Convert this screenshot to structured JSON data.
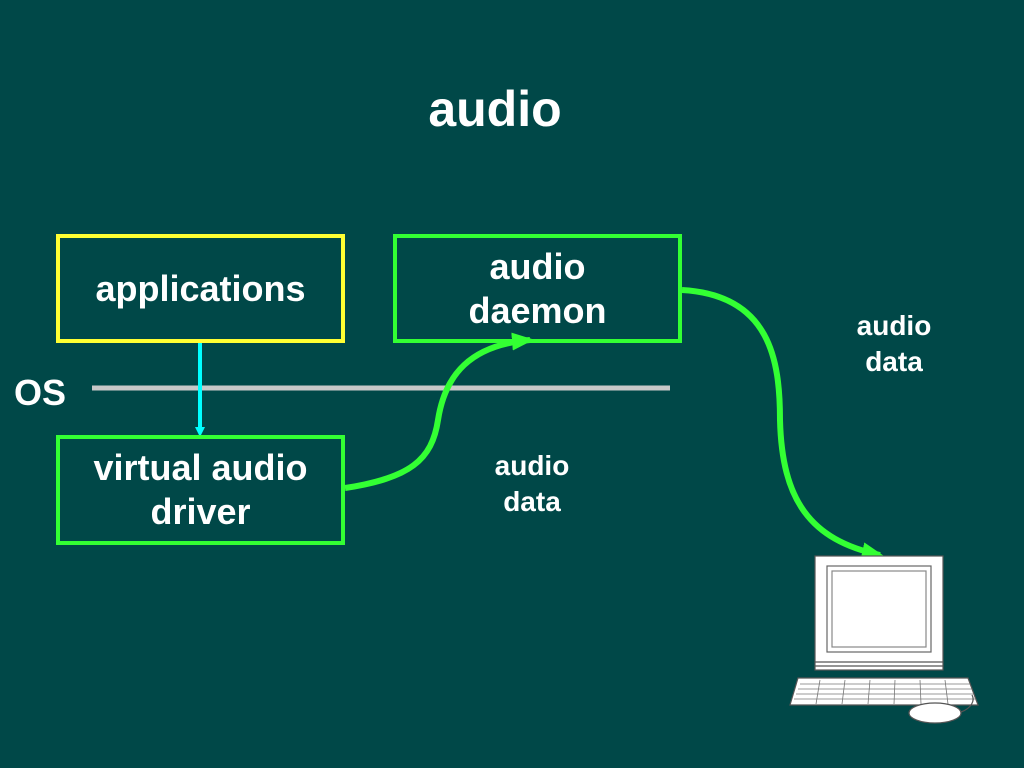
{
  "title": "audio",
  "boxes": {
    "applications": "applications",
    "audio_daemon_line1": "audio",
    "audio_daemon_line2": "daemon",
    "virtual_driver_line1": "virtual audio",
    "virtual_driver_line2": "driver"
  },
  "os_label": "OS",
  "labels": {
    "audio_data_right_line1": "audio",
    "audio_data_right_line2": "data",
    "audio_data_center_line1": "audio",
    "audio_data_center_line2": "data"
  },
  "colors": {
    "background": "#004848",
    "applications_border": "#ffff33",
    "green_border": "#33ff33",
    "arrow_cyan": "#00ffff",
    "os_line": "#c8c8c8"
  },
  "icons": {
    "computer": "desktop-computer-icon"
  }
}
